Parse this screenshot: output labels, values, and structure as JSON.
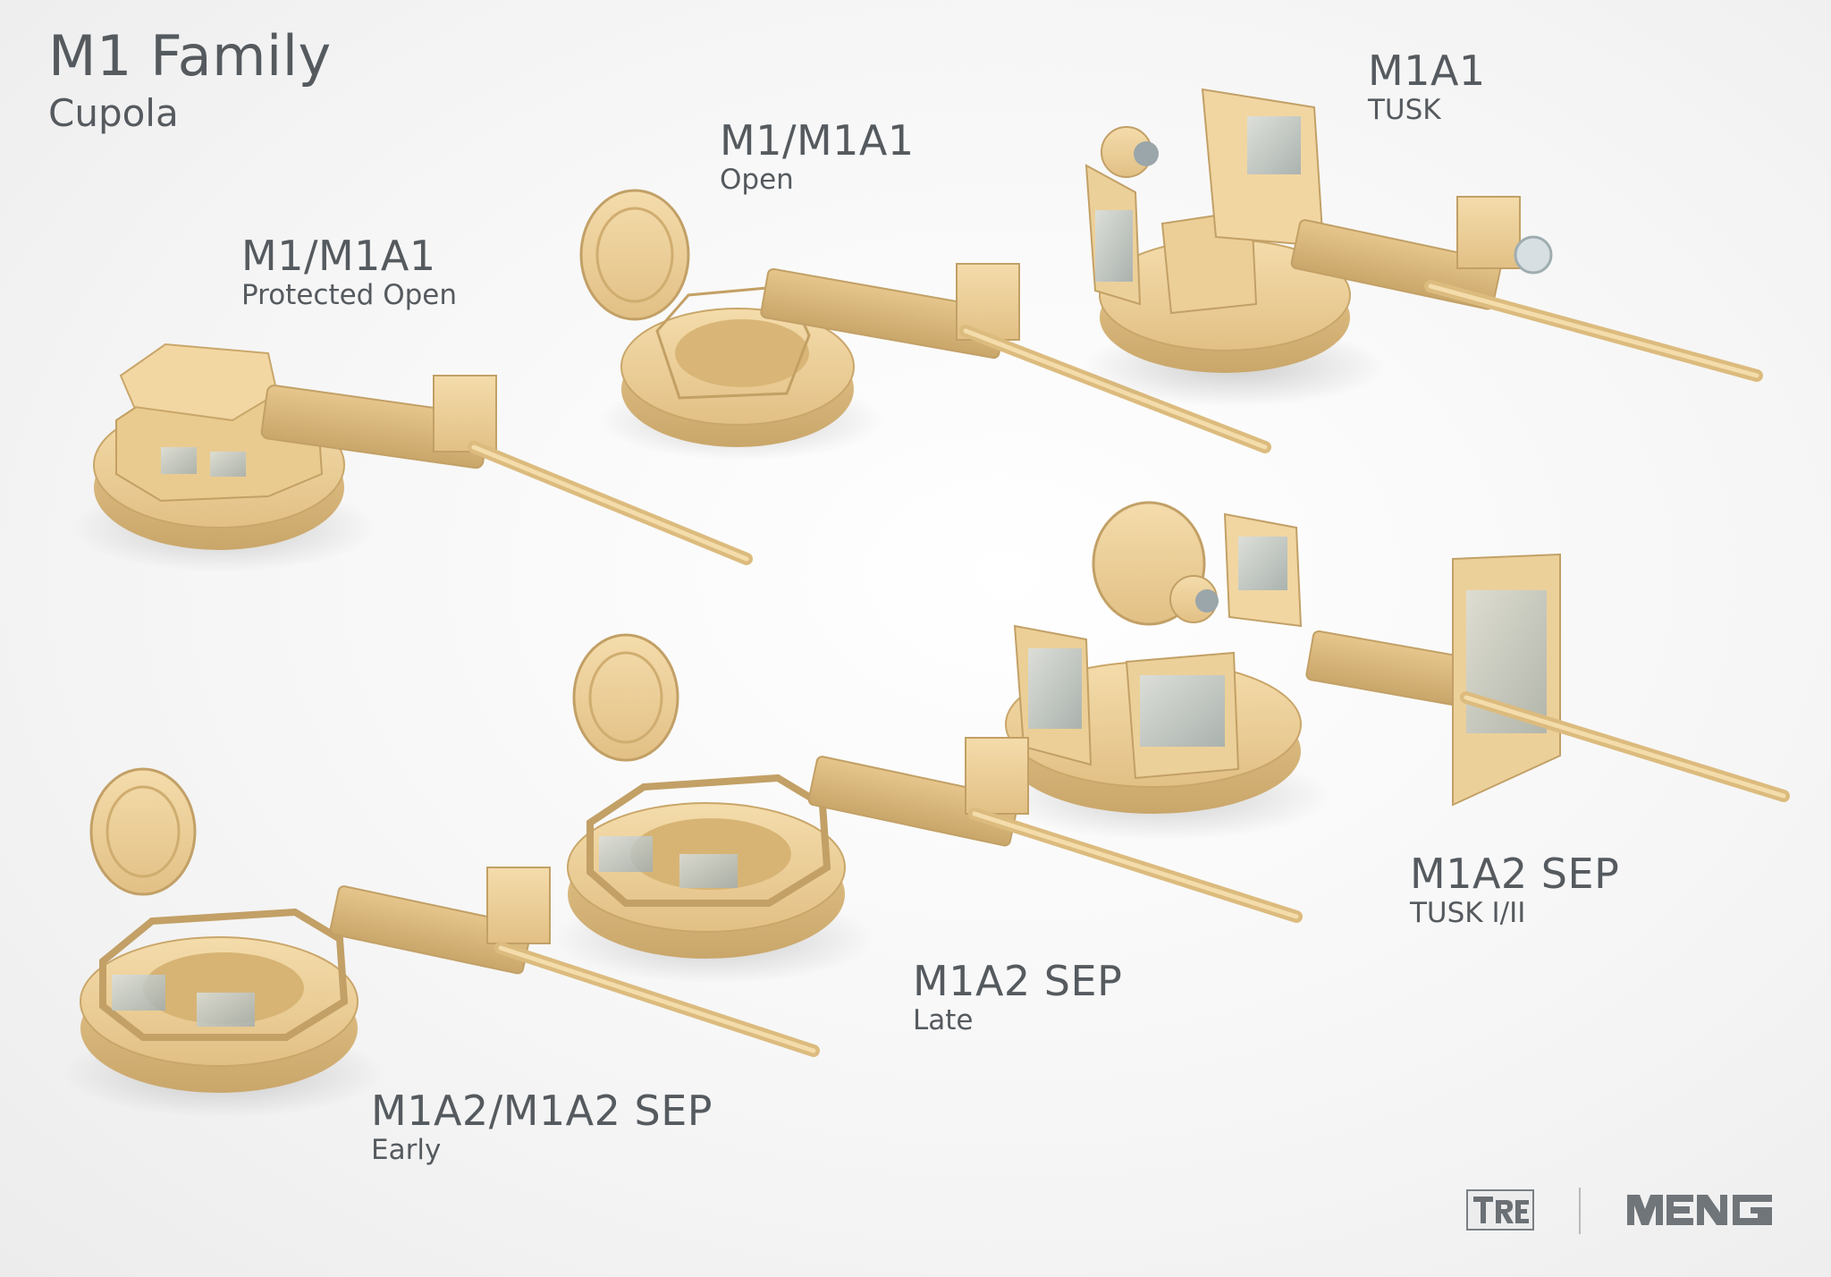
{
  "title": {
    "main": "M1 Family",
    "sub": "Cupola"
  },
  "variants": [
    {
      "main": "M1/M1A1",
      "sub": "Protected Open"
    },
    {
      "main": "M1/M1A1",
      "sub": "Open"
    },
    {
      "main": "M1A1",
      "sub": "TUSK"
    },
    {
      "main": "M1A2 SEP",
      "sub": "TUSK I/II"
    },
    {
      "main": "M1A2 SEP",
      "sub": "Late"
    },
    {
      "main": "M1A2/M1A2 SEP",
      "sub": "Early"
    }
  ],
  "logos": {
    "trex": "TREX",
    "meng": "MENG"
  },
  "colors": {
    "model_fill": "#e8c98d",
    "model_shadow": "#c9a66a",
    "model_light": "#f4dcab",
    "text": "#555a5f",
    "glass": "#b8c3c6"
  }
}
